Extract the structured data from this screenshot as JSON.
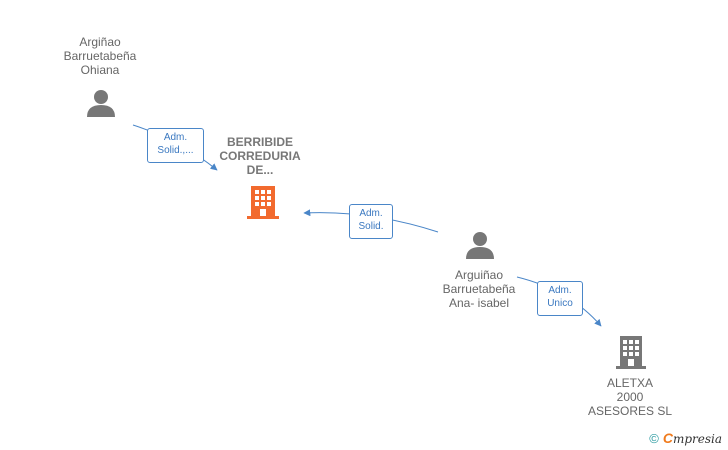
{
  "nodes": {
    "person_1": {
      "lines": [
        "Argiñao",
        "Barruetabeña",
        "Ohiana"
      ],
      "icon": "person-icon",
      "color": "#777777"
    },
    "company_main": {
      "lines": [
        "BERRIBIDE",
        "CORREDURIA",
        "DE..."
      ],
      "icon": "building-icon",
      "color": "#f26a2e"
    },
    "person_2": {
      "lines": [
        "Arguiñao",
        "Barruetabeña",
        "Ana- isabel"
      ],
      "icon": "person-icon",
      "color": "#777777"
    },
    "company_2": {
      "lines": [
        "ALETXA",
        "2000",
        "ASESORES SL"
      ],
      "icon": "building-icon",
      "color": "#777777"
    }
  },
  "relations": {
    "rel_1": {
      "lines": [
        "Adm.",
        "Solid.,..."
      ]
    },
    "rel_2": {
      "lines": [
        "Adm.",
        "Solid."
      ]
    },
    "rel_3": {
      "lines": [
        "Adm.",
        "Unico"
      ]
    }
  },
  "colors": {
    "edge": "#4a86c8",
    "accent": "#f26a2e",
    "node_gray": "#777777"
  },
  "footer": {
    "copyright_symbol": "©",
    "brand_initial": "C",
    "brand_name": "mpresia"
  }
}
